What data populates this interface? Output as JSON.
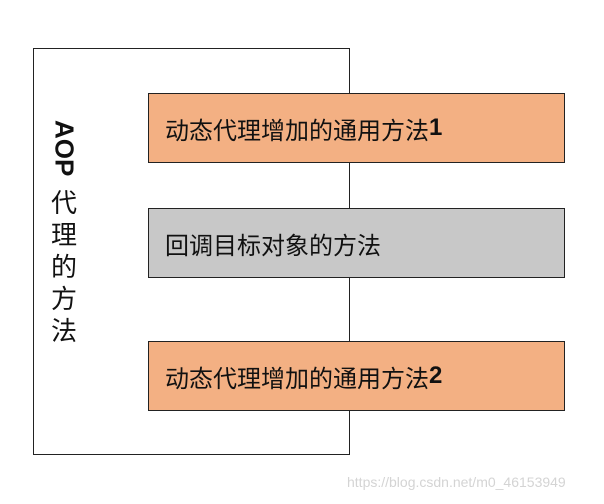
{
  "outer_label": {
    "prefix": "AOP",
    "chars": [
      "代",
      "理",
      "的",
      "方",
      "法"
    ]
  },
  "boxes": [
    {
      "text": "动态代理增加的通用方法",
      "num": "1",
      "color": "#f3b083"
    },
    {
      "text": "回调目标对象的方法",
      "num": "",
      "color": "#c8c8c8"
    },
    {
      "text": "动态代理增加的通用方法",
      "num": "2",
      "color": "#f3b083"
    }
  ],
  "watermark": "https://blog.csdn.net/m0_46153949"
}
